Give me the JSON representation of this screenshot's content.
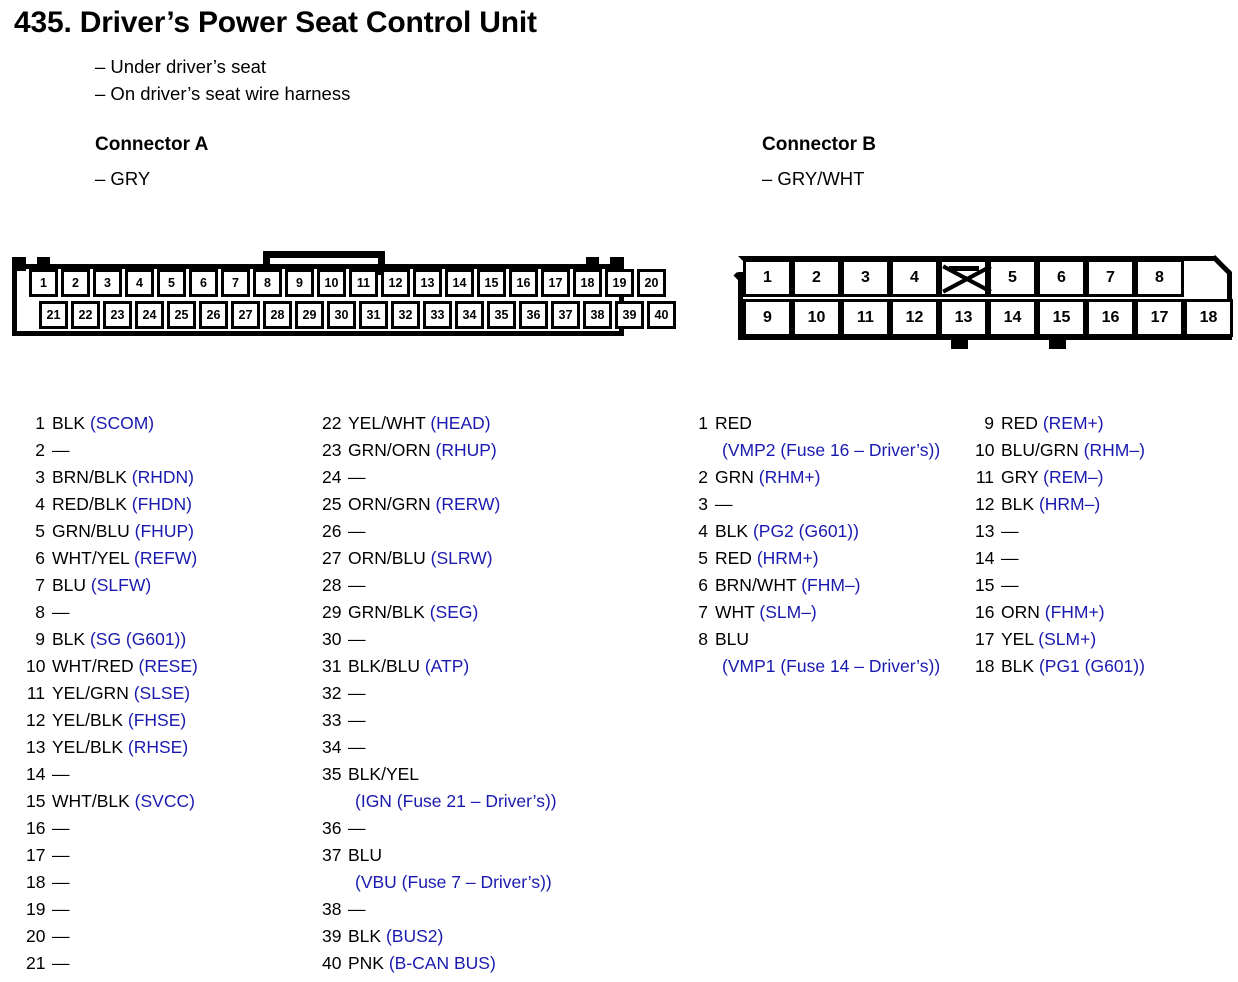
{
  "title": "435.  Driver’s Power Seat Control Unit",
  "subtitles": [
    "– Under driver’s seat",
    "– On driver’s seat wire harness"
  ],
  "connector_a": {
    "heading": "Connector A",
    "color": "– GRY",
    "top_row": [
      "1",
      "2",
      "3",
      "4",
      "5",
      "6",
      "7",
      "8",
      "9",
      "10",
      "11",
      "12",
      "13",
      "14",
      "15",
      "16",
      "17",
      "18",
      "19",
      "20"
    ],
    "bottom_row": [
      "21",
      "22",
      "23",
      "24",
      "25",
      "26",
      "27",
      "28",
      "29",
      "30",
      "31",
      "32",
      "33",
      "34",
      "35",
      "36",
      "37",
      "38",
      "39",
      "40"
    ],
    "pins": [
      {
        "num": "1",
        "wire": "BLK",
        "sig": "(SCOM)"
      },
      {
        "num": "2",
        "wire": "—",
        "sig": ""
      },
      {
        "num": "3",
        "wire": "BRN/BLK",
        "sig": "(RHDN)"
      },
      {
        "num": "4",
        "wire": "RED/BLK",
        "sig": "(FHDN)"
      },
      {
        "num": "5",
        "wire": "GRN/BLU",
        "sig": "(FHUP)"
      },
      {
        "num": "6",
        "wire": "WHT/YEL",
        "sig": "(REFW)"
      },
      {
        "num": "7",
        "wire": "BLU",
        "sig": "(SLFW)"
      },
      {
        "num": "8",
        "wire": "—",
        "sig": ""
      },
      {
        "num": "9",
        "wire": "BLK",
        "sig": "(SG (G601))"
      },
      {
        "num": "10",
        "wire": "WHT/RED",
        "sig": "(RESE)"
      },
      {
        "num": "11",
        "wire": "YEL/GRN",
        "sig": "(SLSE)"
      },
      {
        "num": "12",
        "wire": "YEL/BLK",
        "sig": "(FHSE)"
      },
      {
        "num": "13",
        "wire": "YEL/BLK",
        "sig": "(RHSE)"
      },
      {
        "num": "14",
        "wire": "—",
        "sig": ""
      },
      {
        "num": "15",
        "wire": "WHT/BLK",
        "sig": "(SVCC)"
      },
      {
        "num": "16",
        "wire": "—",
        "sig": ""
      },
      {
        "num": "17",
        "wire": "—",
        "sig": ""
      },
      {
        "num": "18",
        "wire": "—",
        "sig": ""
      },
      {
        "num": "19",
        "wire": "—",
        "sig": ""
      },
      {
        "num": "20",
        "wire": "—",
        "sig": ""
      },
      {
        "num": "21",
        "wire": "—",
        "sig": ""
      }
    ],
    "pins2": [
      {
        "num": "22",
        "wire": "YEL/WHT",
        "sig": "(HEAD)"
      },
      {
        "num": "23",
        "wire": "GRN/ORN",
        "sig": "(RHUP)"
      },
      {
        "num": "24",
        "wire": "—",
        "sig": ""
      },
      {
        "num": "25",
        "wire": "ORN/GRN",
        "sig": "(RERW)"
      },
      {
        "num": "26",
        "wire": "—",
        "sig": ""
      },
      {
        "num": "27",
        "wire": "ORN/BLU",
        "sig": "(SLRW)"
      },
      {
        "num": "28",
        "wire": "—",
        "sig": ""
      },
      {
        "num": "29",
        "wire": "GRN/BLK",
        "sig": "(SEG)"
      },
      {
        "num": "30",
        "wire": "—",
        "sig": ""
      },
      {
        "num": "31",
        "wire": "BLK/BLU",
        "sig": "(ATP)"
      },
      {
        "num": "32",
        "wire": "—",
        "sig": ""
      },
      {
        "num": "33",
        "wire": "—",
        "sig": ""
      },
      {
        "num": "34",
        "wire": "—",
        "sig": ""
      },
      {
        "num": "35",
        "wire": "BLK/YEL",
        "sig": "",
        "sub": "(IGN (Fuse 21 – Driver’s))"
      },
      {
        "num": "36",
        "wire": "—",
        "sig": ""
      },
      {
        "num": "37",
        "wire": "BLU",
        "sig": "",
        "sub": "(VBU (Fuse 7 – Driver’s))"
      },
      {
        "num": "38",
        "wire": "—",
        "sig": ""
      },
      {
        "num": "39",
        "wire": "BLK",
        "sig": "(BUS2)"
      },
      {
        "num": "40",
        "wire": "PNK",
        "sig": "(B-CAN BUS)"
      }
    ]
  },
  "connector_b": {
    "heading": "Connector B",
    "color": "– GRY/WHT",
    "top_row": [
      "1",
      "2",
      "3",
      "4",
      "",
      "5",
      "6",
      "7",
      "8"
    ],
    "bottom_row": [
      "9",
      "10",
      "11",
      "12",
      "13",
      "14",
      "15",
      "16",
      "17",
      "18"
    ],
    "blank_cell_index": 4,
    "pins": [
      {
        "num": "1",
        "wire": "RED",
        "sig": "",
        "sub": "(VMP2 (Fuse 16 – Driver’s))"
      },
      {
        "num": "2",
        "wire": "GRN",
        "sig": "(RHM+)"
      },
      {
        "num": "3",
        "wire": "—",
        "sig": ""
      },
      {
        "num": "4",
        "wire": "BLK",
        "sig": "(PG2 (G601))"
      },
      {
        "num": "5",
        "wire": "RED",
        "sig": "(HRM+)"
      },
      {
        "num": "6",
        "wire": "BRN/WHT",
        "sig": "(FHM–)"
      },
      {
        "num": "7",
        "wire": "WHT",
        "sig": "(SLM–)"
      },
      {
        "num": "8",
        "wire": "BLU",
        "sig": "",
        "sub": "(VMP1 (Fuse 14 – Driver’s))"
      }
    ],
    "pins2": [
      {
        "num": "9",
        "wire": "RED",
        "sig": "(REM+)"
      },
      {
        "num": "10",
        "wire": "BLU/GRN",
        "sig": "(RHM–)"
      },
      {
        "num": "11",
        "wire": "GRY",
        "sig": "(REM–)"
      },
      {
        "num": "12",
        "wire": "BLK",
        "sig": "(HRM–)"
      },
      {
        "num": "13",
        "wire": "—",
        "sig": ""
      },
      {
        "num": "14",
        "wire": "—",
        "sig": ""
      },
      {
        "num": "15",
        "wire": "—",
        "sig": ""
      },
      {
        "num": "16",
        "wire": "ORN",
        "sig": "(FHM+)"
      },
      {
        "num": "17",
        "wire": "YEL",
        "sig": "(SLM+)"
      },
      {
        "num": "18",
        "wire": "BLK",
        "sig": "(PG1 (G601))"
      }
    ]
  },
  "colors": {
    "signal_blue": "#1a1ab0",
    "text_black": "#000000"
  }
}
